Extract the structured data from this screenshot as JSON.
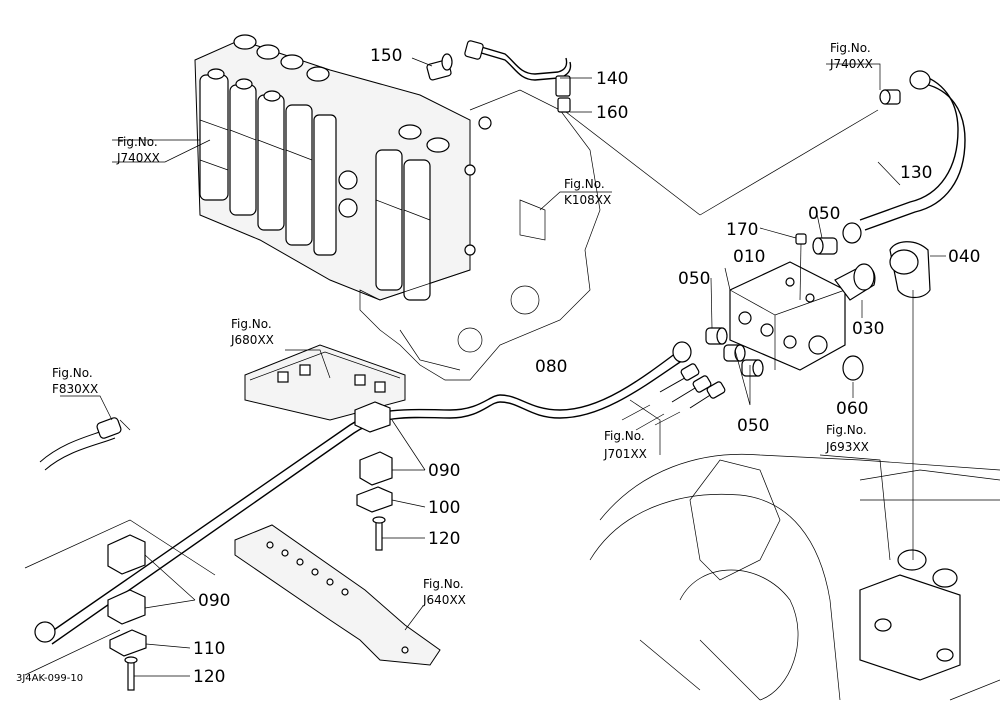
{
  "drawing_code": "3J4AK-099-10",
  "callouts": {
    "p010": "010",
    "p030": "030",
    "p040": "040",
    "p050a": "050",
    "p050b": "050",
    "p050c": "050",
    "p060": "060",
    "p080": "080",
    "p090a": "090",
    "p090b": "090",
    "p100": "100",
    "p110": "110",
    "p120a": "120",
    "p120b": "120",
    "p130": "130",
    "p140": "140",
    "p150": "150",
    "p160": "160",
    "p170": "170"
  },
  "figure_refs": {
    "j740_left": {
      "line1": "Fig.No.",
      "line2": "J740XX"
    },
    "j740_top": {
      "line1": "Fig.No.",
      "line2": "J740XX"
    },
    "k108": {
      "line1": "Fig.No.",
      "line2": "K108XX"
    },
    "j680": {
      "line1": "Fig.No.",
      "line2": "J680XX"
    },
    "f830": {
      "line1": "Fig.No.",
      "line2": "F830XX"
    },
    "j701": {
      "line1": "Fig.No.",
      "line2": "J701XX"
    },
    "j693": {
      "line1": "Fig.No.",
      "line2": "J693XX"
    },
    "j640": {
      "line1": "Fig.No.",
      "line2": "J640XX"
    }
  }
}
